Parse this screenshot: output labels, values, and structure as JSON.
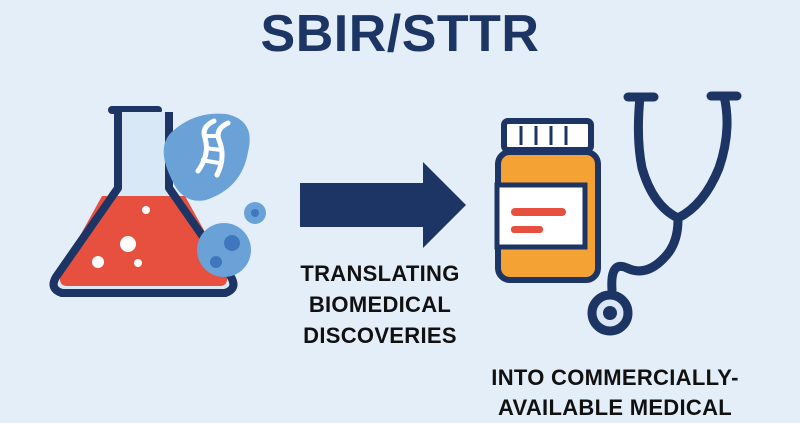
{
  "title": "SBIR/STTR",
  "left_caption": {
    "lines": [
      "TRANSLATING",
      "BIOMEDICAL",
      "DISCOVERIES"
    ]
  },
  "right_caption": {
    "lines": [
      "INTO COMMERCIALLY-",
      "AVAILABLE MEDICAL"
    ]
  },
  "icons": {
    "flask": "flask-icon",
    "dna": "dna-icon",
    "cells": "cells-icon",
    "arrow": "arrow-right-icon",
    "pill_bottle": "pill-bottle-icon",
    "stethoscope": "stethoscope-icon"
  },
  "colors": {
    "background": "#e4eef9",
    "navy": "#1c3564",
    "flask_liquid": "#e74f3f",
    "bottle_orange": "#f4a234",
    "cell_blue": "#6aa2d8",
    "cell_dark": "#3f77bf"
  }
}
